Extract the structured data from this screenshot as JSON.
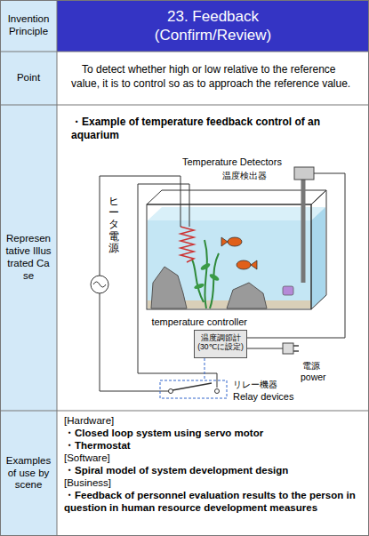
{
  "diagram": {
    "nodes": [
      {
        "text": [
          "Invention Principle"
        ]
      },
      {
        "text": [
          "23. Feedback (Confirm/Review)"
        ]
      },
      {
        "text": [
          "Point"
        ]
      },
      {
        "text": [
          "To detect whether high or low relative to the reference value, it is to control so as to approach the reference value."
        ]
      },
      {
        "text": [
          "Representative Illustrated Case"
        ]
      },
      {
        "text": [
          "・Example of temperature feedback control of an aquarium"
        ]
      },
      {
        "text": [
          "temperature controller",
          "温度調節計 (30℃に設定)"
        ],
        "in": 5
      },
      {
        "text": [
          "Examples of use by scene"
        ]
      },
      {
        "text": [
          "[Hardware]",
          "・Closed loop system using servo motor",
          "・Thermostat",
          "[Software]",
          "・Spiral model of system development design",
          "[Business]",
          "・Feedback of personnel evaluation results to the person in question in human resource development measures"
        ]
      }
    ],
    "labels": [
      "Temperature Detectors",
      "温度検出器",
      "ヒータ電源",
      "電源",
      "power",
      "リレー機器",
      "Relay devices"
    ]
  }
}
